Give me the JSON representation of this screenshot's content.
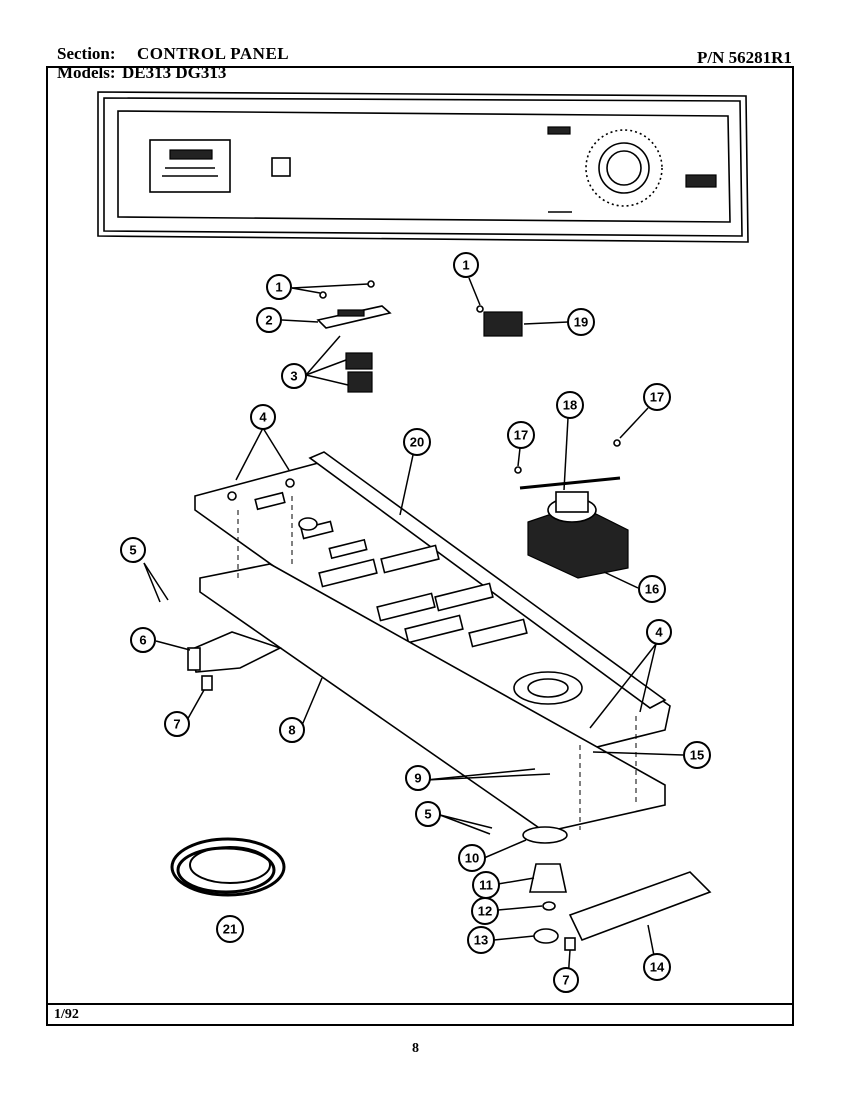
{
  "header": {
    "section_label": "Section:",
    "section_value": "CONTROL PANEL",
    "part_number": "P/N 56281R1",
    "models_label": "Models:",
    "models_value": "DE313  DG313"
  },
  "footer": {
    "date_code": "1/92",
    "page_number": "8"
  },
  "callouts": {
    "c1a": "1",
    "c1b": "1",
    "c2": "2",
    "c3": "3",
    "c4a": "4",
    "c4b": "4",
    "c5a": "5",
    "c5b": "5",
    "c6": "6",
    "c7a": "7",
    "c7b": "7",
    "c8": "8",
    "c9": "9",
    "c10": "10",
    "c11": "11",
    "c12": "12",
    "c13": "13",
    "c14": "14",
    "c15": "15",
    "c16": "16",
    "c17a": "17",
    "c17b": "17",
    "c18": "18",
    "c19": "19",
    "c20": "20",
    "c21": "21"
  }
}
